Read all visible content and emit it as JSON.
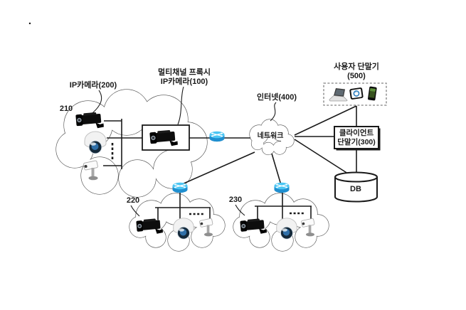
{
  "figure": {
    "type": "network-diagram",
    "stray_dot": "."
  },
  "labels": {
    "ip_camera_200": "IP카메라(200)",
    "proxy_camera_100": "멀티채널 프록시\nIP카메라(100)",
    "num_210": "210",
    "num_220": "220",
    "num_230": "230",
    "internet_400": "인터넷(400)",
    "network": "네트워크",
    "user_terminal_500": "사용자 단말기\n(500)",
    "client_terminal_300": "클라이언트\n단말기(300)",
    "db": "DB"
  },
  "icons": {
    "router": "cisco-router-icon",
    "bullet_camera": "bullet-camera-icon",
    "dome_camera": "dome-camera-icon",
    "stand_camera": "stand-camera-icon",
    "laptop": "laptop-icon",
    "tablet": "tablet-icon",
    "smartphone": "smartphone-icon"
  },
  "colors": {
    "background": "#ffffff",
    "ink": "#1a1a1a",
    "cloud_stroke": "#4f4f4f",
    "router_top": "#4cc6f3",
    "router_mid": "#1f8fd0",
    "router_dark": "#0f6aa3",
    "camera_body": "#0d0d0d",
    "lens_outer": "#14293a",
    "lens_inner": "#2f6fa8",
    "dashed_border": "#808080"
  }
}
